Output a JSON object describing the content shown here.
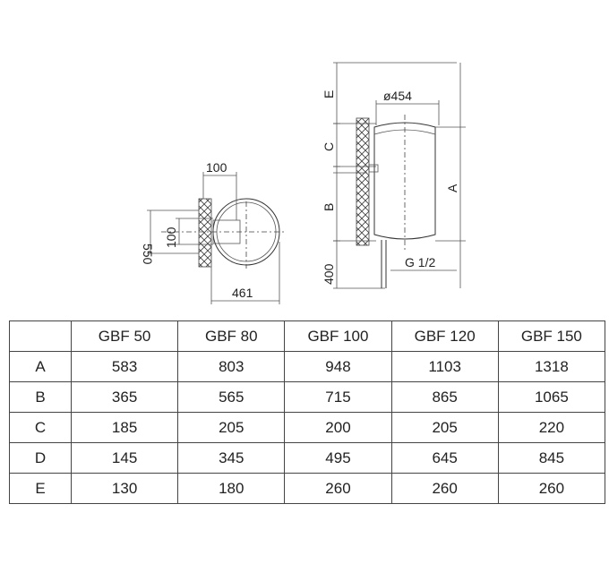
{
  "drawing": {
    "left_view": {
      "dim_width": "100",
      "dim_height_small": "100",
      "dim_height_large": "550",
      "dim_diameter": "461"
    },
    "right_view": {
      "dim_diameter": "ø454",
      "dim_pipe": "G 1/2",
      "dim_bottom": "400",
      "labels": {
        "e": "E",
        "c": "C",
        "b": "B",
        "a": "A"
      }
    }
  },
  "table": {
    "headers": [
      "",
      "GBF 50",
      "GBF 80",
      "GBF 100",
      "GBF 120",
      "GBF 150"
    ],
    "rows": [
      {
        "label": "A",
        "values": [
          "583",
          "803",
          "948",
          "1103",
          "1318"
        ]
      },
      {
        "label": "B",
        "values": [
          "365",
          "565",
          "715",
          "865",
          "1065"
        ]
      },
      {
        "label": "C",
        "values": [
          "185",
          "205",
          "200",
          "205",
          "220"
        ]
      },
      {
        "label": "D",
        "values": [
          "145",
          "345",
          "495",
          "645",
          "845"
        ]
      },
      {
        "label": "E",
        "values": [
          "130",
          "180",
          "260",
          "260",
          "260"
        ]
      }
    ]
  }
}
